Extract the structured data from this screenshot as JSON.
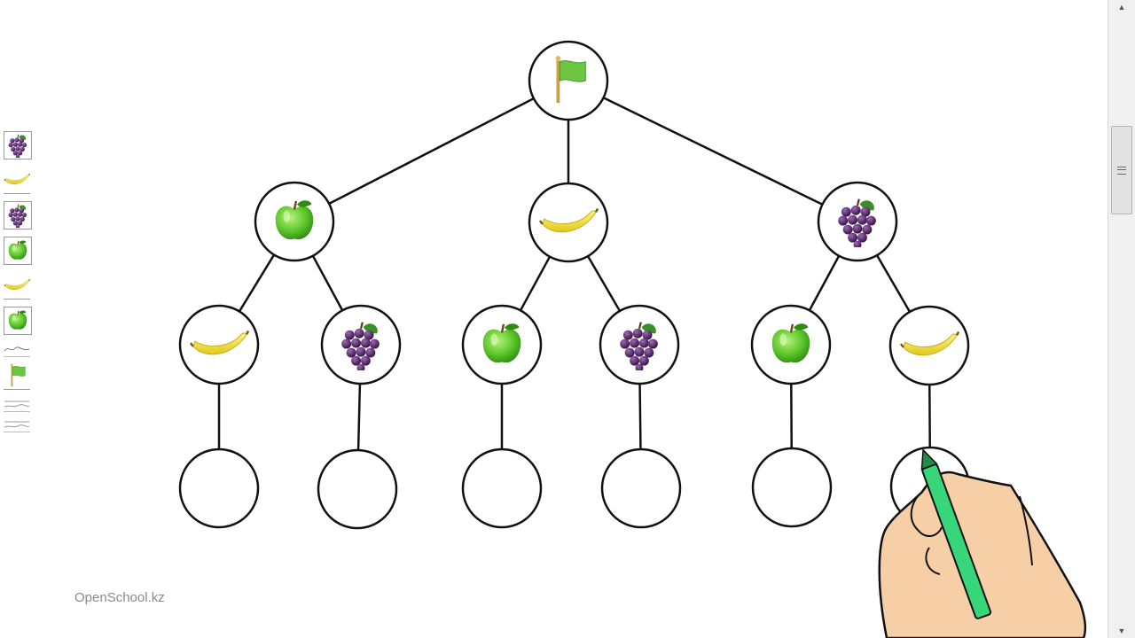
{
  "diagram": {
    "root": {
      "icon": "flag-icon"
    },
    "level1": [
      {
        "icon": "apple-icon"
      },
      {
        "icon": "banana-icon"
      },
      {
        "icon": "grapes-icon"
      }
    ],
    "level2": [
      {
        "icon": "banana-icon"
      },
      {
        "icon": "grapes-icon"
      },
      {
        "icon": "apple-icon"
      },
      {
        "icon": "grapes-icon"
      },
      {
        "icon": "apple-icon"
      },
      {
        "icon": "banana-icon"
      }
    ],
    "level3_empty_count": 6
  },
  "sidebar": {
    "thumbnails": [
      "grapes-icon",
      "banana-icon",
      "grapes-icon",
      "apple-icon",
      "banana-icon",
      "apple-icon",
      "scribble",
      "flag-icon",
      "scribble",
      "scribble"
    ]
  },
  "footer": {
    "credit": "OpenSchool.kz"
  },
  "colors": {
    "line": "#111111",
    "apple": "#6fcf3a",
    "banana": "#f2e233",
    "grapes": "#5a2a6e",
    "flag": "#6cc644",
    "pen": "#38d67a",
    "skin": "#f7cfa6"
  }
}
